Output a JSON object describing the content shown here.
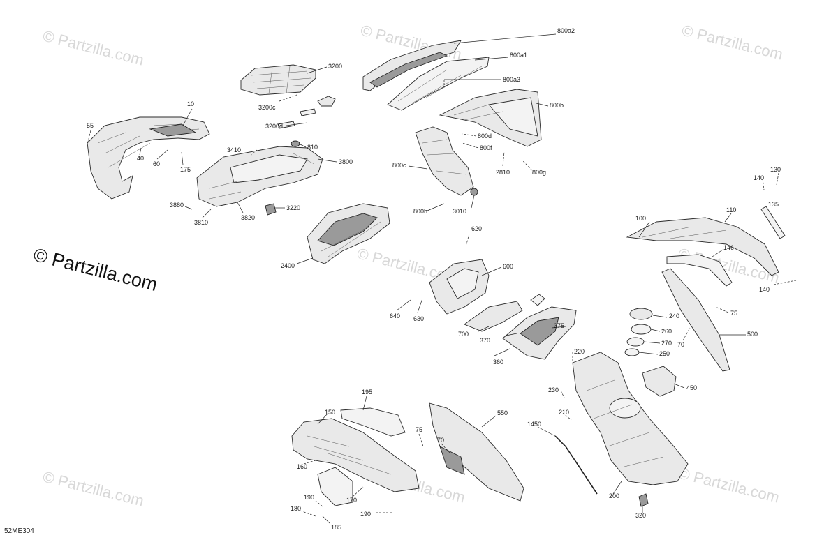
{
  "watermark": {
    "text": "© Partzilla.com"
  },
  "brand_text": "© Partzilla.com",
  "diagram_code": "52ME304",
  "callouts": [
    "10",
    "55",
    "40",
    "60",
    "175",
    "3200",
    "3200c",
    "3200d",
    "3410",
    "810",
    "3800",
    "3880",
    "3810",
    "3820",
    "3220",
    "2400",
    "800a2",
    "800a1",
    "800a3",
    "800b",
    "800d",
    "800f",
    "2810",
    "800g",
    "800c",
    "800h",
    "3010",
    "130",
    "140",
    "135",
    "110",
    "100",
    "146",
    "140",
    "620",
    "600",
    "640",
    "630",
    "700",
    "375",
    "370",
    "360",
    "220",
    "240",
    "260",
    "270",
    "250",
    "75",
    "70",
    "500",
    "450",
    "230",
    "210",
    "195",
    "150",
    "160",
    "170",
    "75",
    "70",
    "550",
    "1450",
    "200",
    "190",
    "180",
    "185",
    "190",
    "320"
  ]
}
